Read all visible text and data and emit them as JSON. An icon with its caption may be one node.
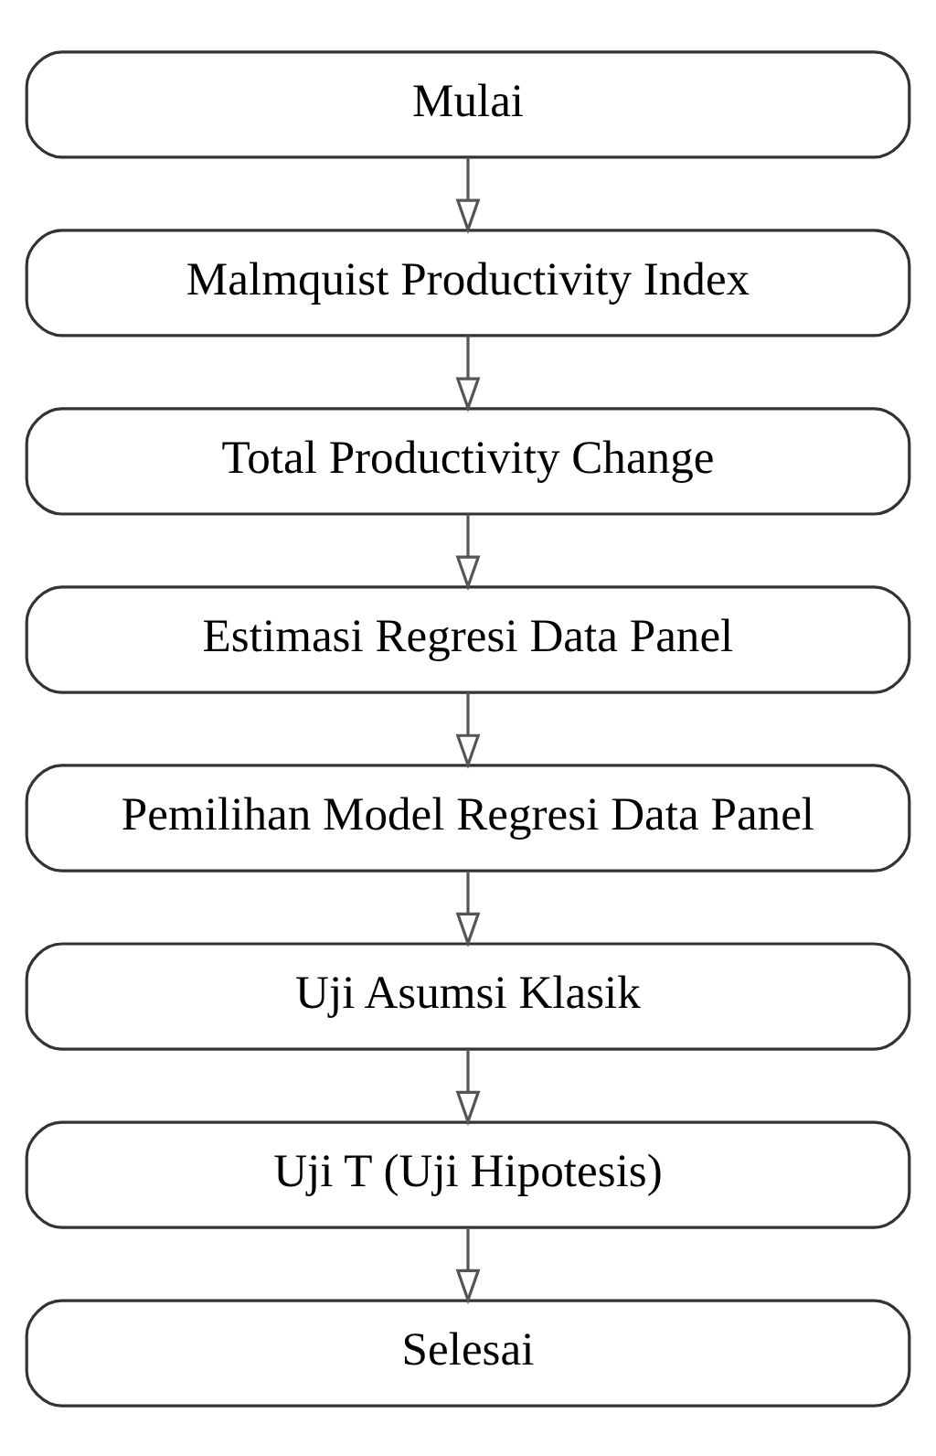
{
  "diagram": {
    "nodes": [
      {
        "text": [
          "Mulai"
        ]
      },
      {
        "text": [
          "Malmquist Productivity Index"
        ]
      },
      {
        "text": [
          "Total Productivity Change"
        ]
      },
      {
        "text": [
          "Estimasi Regresi Data Panel"
        ]
      },
      {
        "text": [
          "Pemilihan Model Regresi Data Panel"
        ]
      },
      {
        "text": [
          "Uji Asumsi Klasik"
        ]
      },
      {
        "text": [
          "Uji T (Uji Hipotesis)"
        ]
      },
      {
        "text": [
          "Selesai"
        ]
      }
    ],
    "edges": [
      {
        "from": 0,
        "to": 1,
        "arrow": "to"
      },
      {
        "from": 1,
        "to": 2,
        "arrow": "to"
      },
      {
        "from": 2,
        "to": 3,
        "arrow": "to"
      },
      {
        "from": 3,
        "to": 4,
        "arrow": "to"
      },
      {
        "from": 4,
        "to": 5,
        "arrow": "to"
      },
      {
        "from": 5,
        "to": 6,
        "arrow": "to"
      },
      {
        "from": 6,
        "to": 7,
        "arrow": "to"
      }
    ]
  }
}
